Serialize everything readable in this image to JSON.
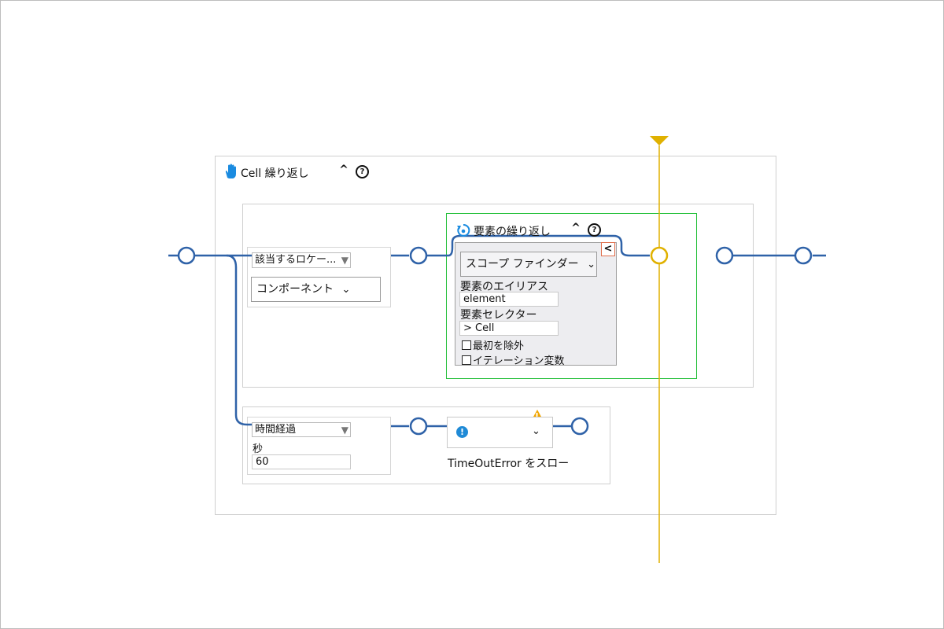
{
  "loop": {
    "title": "Cell 繰り返し",
    "collapse_glyph": "^",
    "help_glyph": "?"
  },
  "branch1": {
    "condition_select": "該当するロケー...",
    "component_dropdown": "コンポーネント"
  },
  "element_loop": {
    "title": "要素の繰り返し",
    "collapse_glyph": "^",
    "help_glyph": "?",
    "scope_dropdown": "スコープ ファインダー",
    "back_glyph": "<",
    "alias_label": "要素のエイリアス",
    "alias_value": "element",
    "selector_label": "要素セレクター",
    "selector_value": "> Cell",
    "exclude_first_label": "最初を除外",
    "iteration_var_label": "イテレーション変数"
  },
  "branch2": {
    "condition_select": "時間経過",
    "seconds_label": "秒",
    "seconds_value": "60",
    "error_caption": "TimeOutError をスロー",
    "error_icon_glyph": "!",
    "warning_glyph": "!"
  },
  "colors": {
    "wire": "#2f62a8",
    "marker": "#e0b100",
    "active_border": "#24c03a",
    "error_icon": "#1f8ad6",
    "warning": "#f2a600",
    "hand_icon": "#1a8be0"
  }
}
